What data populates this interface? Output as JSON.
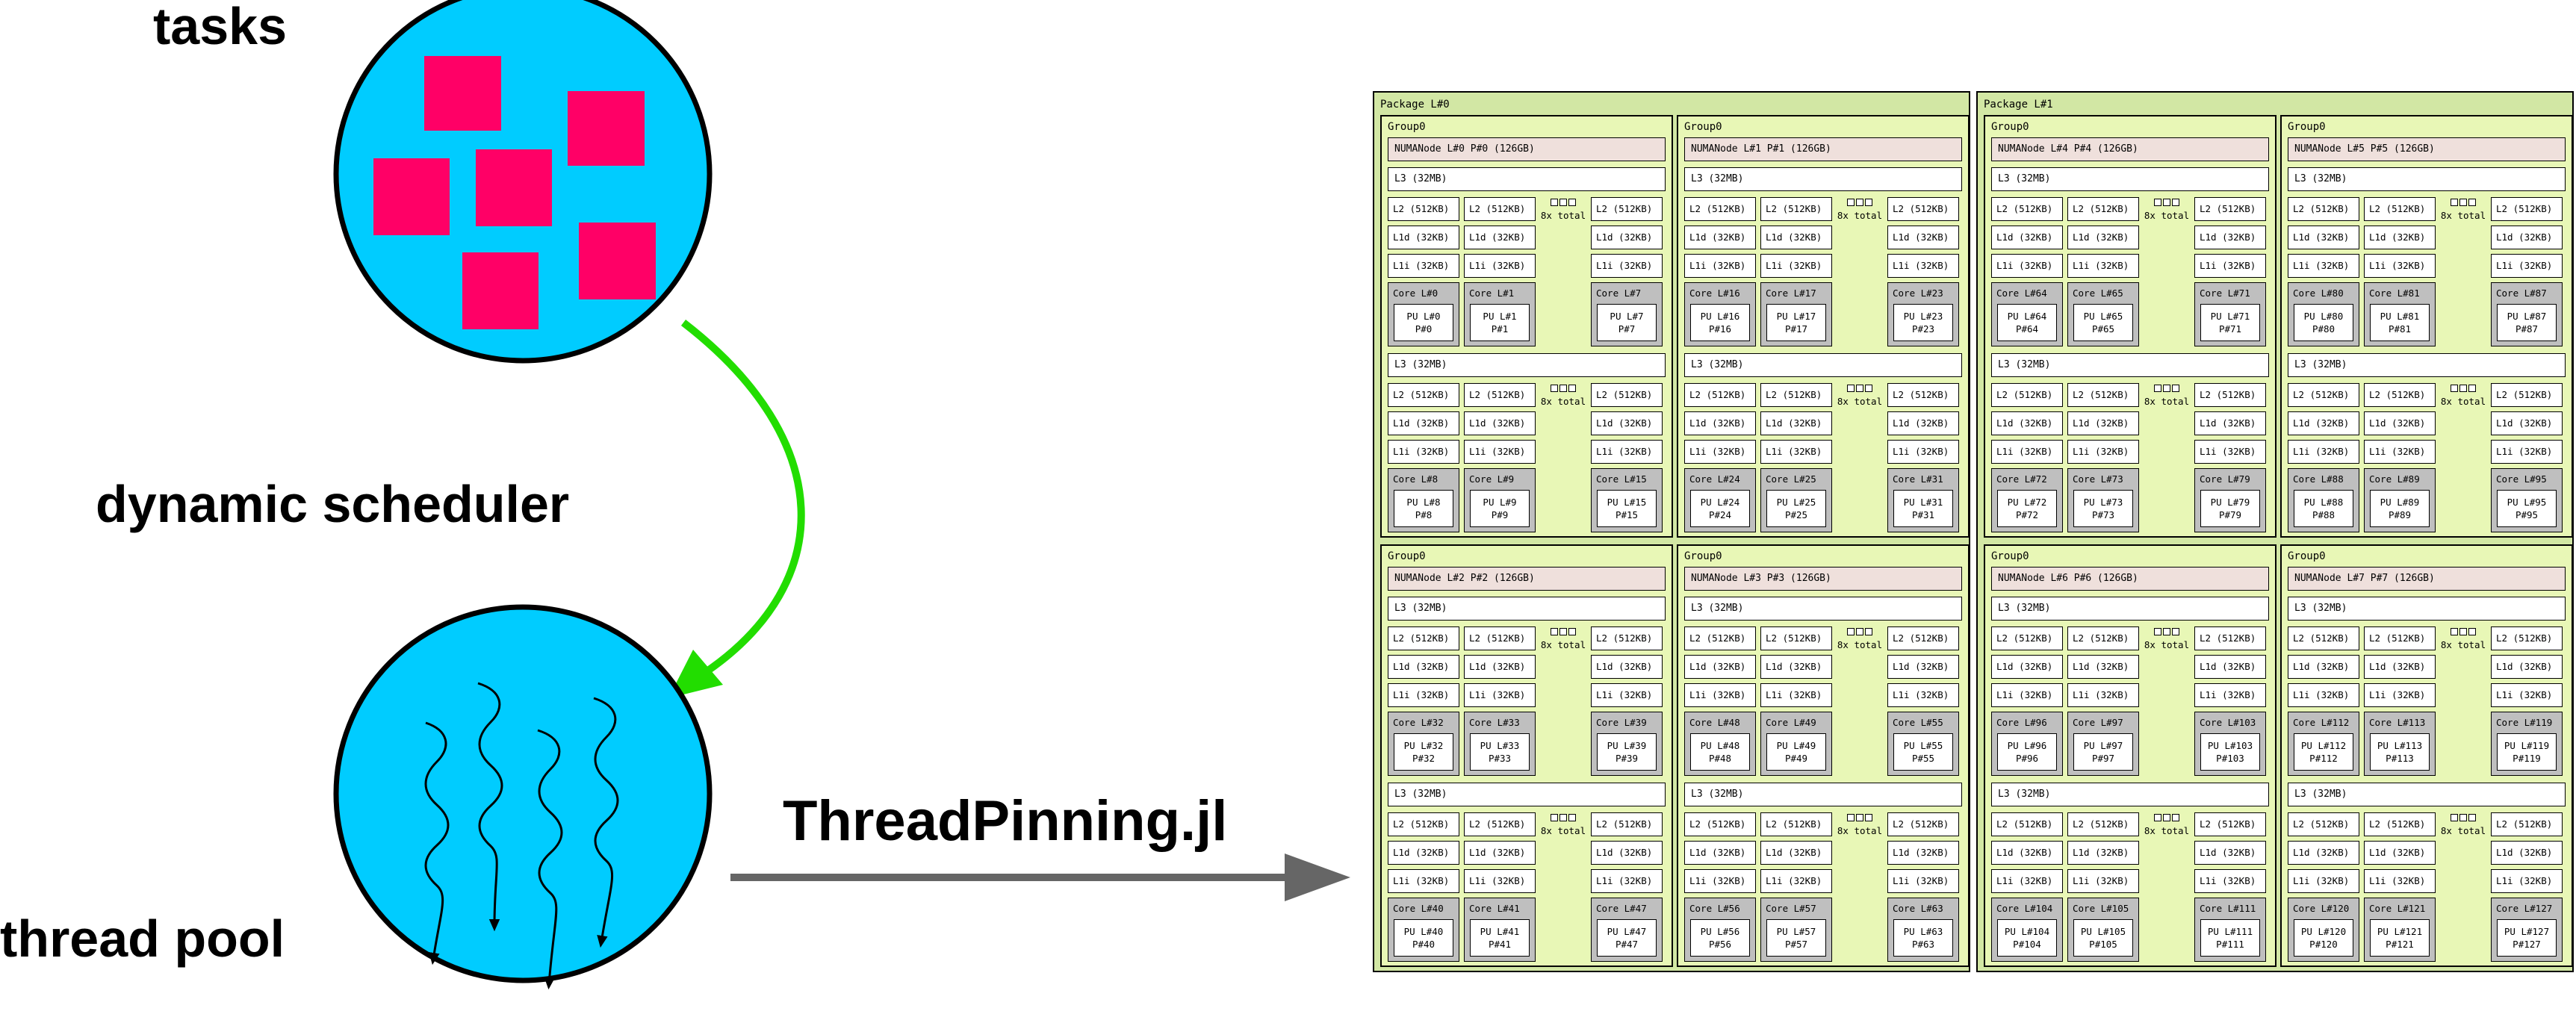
{
  "labels": {
    "tasks": "tasks",
    "scheduler": "dynamic scheduler",
    "pool": "thread pool",
    "pinning": "ThreadPinning.jl"
  },
  "colors": {
    "circle_fill": "#00ccff",
    "task_fill": "#ff0066",
    "scheduler_arrow": "#22dd00",
    "pinning_arrow": "#666666",
    "package_fill": "#d2e7a4",
    "group_fill": "#e8f7b6",
    "numa_fill": "#efe0dc",
    "core_fill": "#bfbfbf"
  },
  "topology": {
    "l3_label": "L3 (32MB)",
    "l2_label": "L2 (512KB)",
    "l1d_label": "L1d (32KB)",
    "l1i_label": "L1i (32KB)",
    "total_label": "8x total",
    "group_label": "Group0",
    "packages": [
      {
        "label": "Package L#0",
        "groups": [
          {
            "numa": "NUMANode L#0 P#0 (126GB)",
            "blocks": [
              [
                0,
                1,
                7
              ],
              [
                8,
                9,
                15
              ]
            ]
          },
          {
            "numa": "NUMANode L#1 P#1 (126GB)",
            "blocks": [
              [
                16,
                17,
                23
              ],
              [
                24,
                25,
                31
              ]
            ]
          },
          {
            "numa": "NUMANode L#2 P#2 (126GB)",
            "blocks": [
              [
                32,
                33,
                39
              ],
              [
                40,
                41,
                47
              ]
            ]
          },
          {
            "numa": "NUMANode L#3 P#3 (126GB)",
            "blocks": [
              [
                48,
                49,
                55
              ],
              [
                56,
                57,
                63
              ]
            ]
          }
        ]
      },
      {
        "label": "Package L#1",
        "groups": [
          {
            "numa": "NUMANode L#4 P#4 (126GB)",
            "blocks": [
              [
                64,
                65,
                71
              ],
              [
                72,
                73,
                79
              ]
            ]
          },
          {
            "numa": "NUMANode L#5 P#5 (126GB)",
            "blocks": [
              [
                80,
                81,
                87
              ],
              [
                88,
                89,
                95
              ]
            ]
          },
          {
            "numa": "NUMANode L#6 P#6 (126GB)",
            "blocks": [
              [
                96,
                97,
                103
              ],
              [
                104,
                105,
                111
              ]
            ]
          },
          {
            "numa": "NUMANode L#7 P#7 (126GB)",
            "blocks": [
              [
                112,
                113,
                119
              ],
              [
                120,
                121,
                127
              ]
            ]
          }
        ]
      }
    ]
  }
}
